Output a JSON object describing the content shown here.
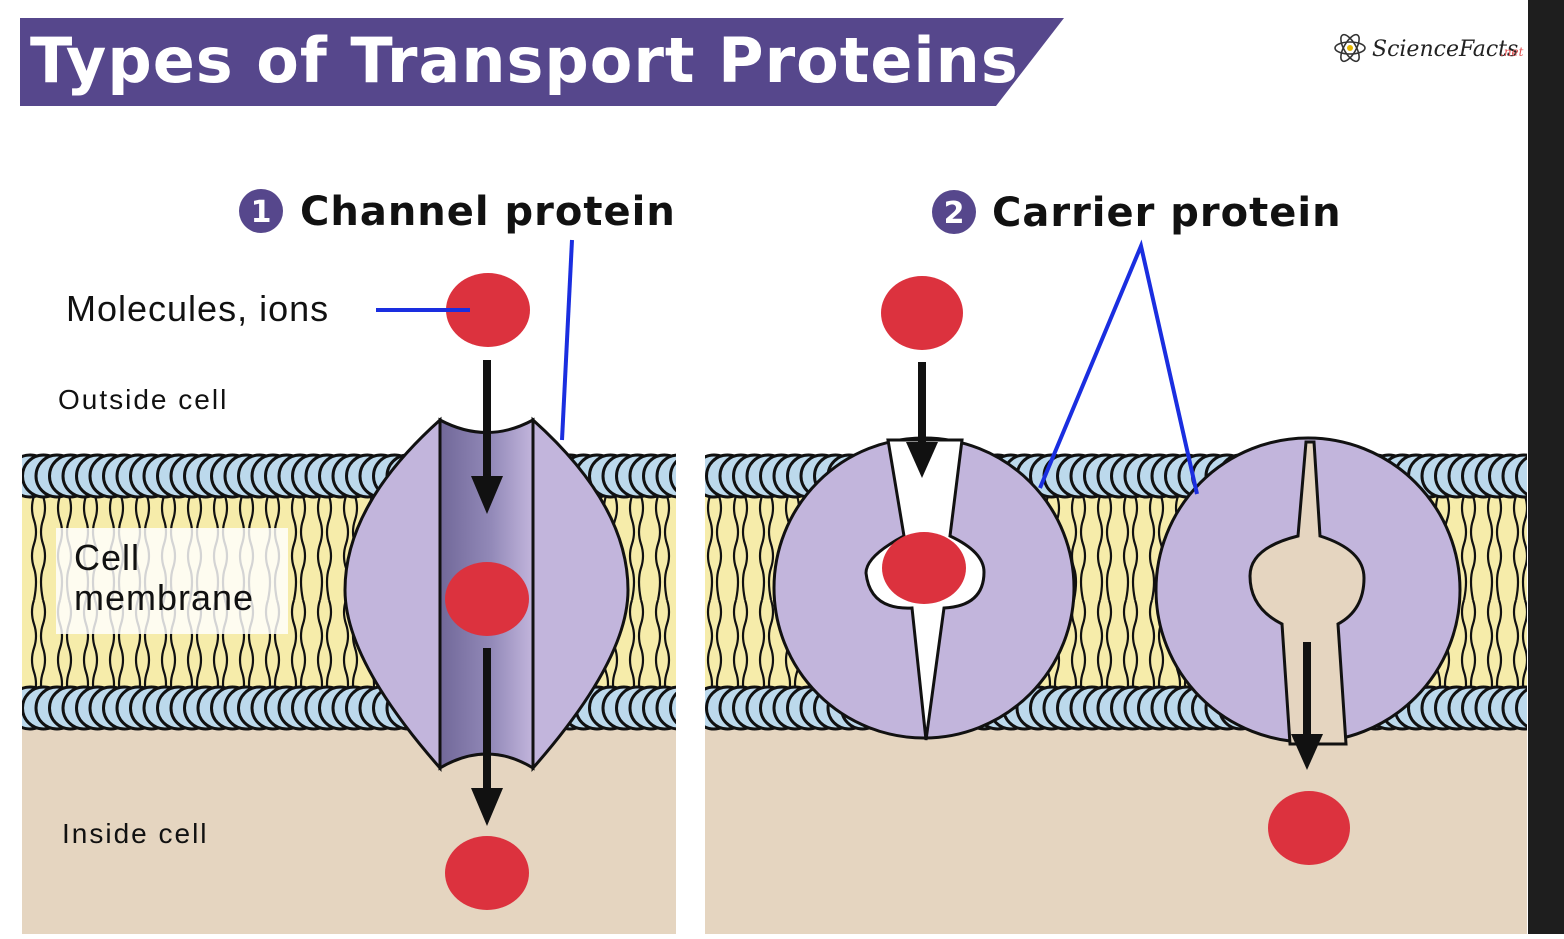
{
  "title": "Types of Transport Proteins",
  "logo": {
    "name": "ScienceFacts",
    "suffix": ".net"
  },
  "panels": [
    {
      "number": "1",
      "title": "Channel protein"
    },
    {
      "number": "2",
      "title": "Carrier protein"
    }
  ],
  "labels": {
    "molecules": "Molecules, ions",
    "outside": "Outside cell",
    "membrane_line1": "Cell",
    "membrane_line2": "membrane",
    "inside": "Inside cell"
  },
  "colors": {
    "banner": "#56478c",
    "protein": "#c2b5dc",
    "channel_dark": "#7d74a2",
    "molecule": "#dc323e",
    "phospholipid_head": "#bcd9ec",
    "lipid_tail": "#f6ecaa",
    "cytoplasm": "#e5d5c0",
    "pointer_line": "#1a2ee0"
  }
}
